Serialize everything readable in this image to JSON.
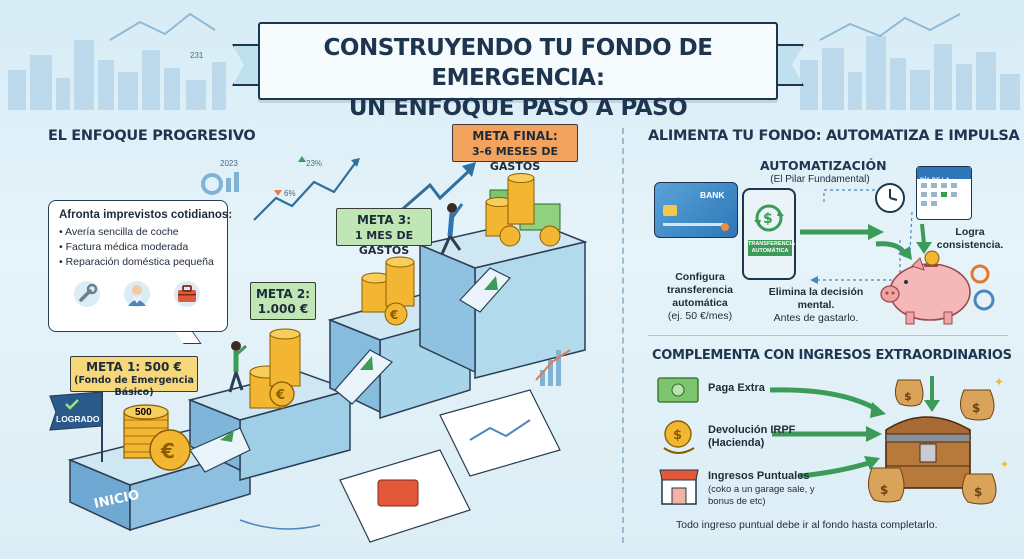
{
  "title": {
    "line1": "CONSTRUYENDO TU FONDO DE EMERGENCIA:",
    "line2": "UN ENFOQUE PASO A PASO"
  },
  "skyline": {
    "chart_number": "231"
  },
  "left": {
    "heading": "EL ENFOQUE PROGRESIVO",
    "callout": {
      "title": "Afronta imprevistos cotidianos:",
      "items": [
        "Avería sencilla de coche",
        "Factura médica moderada",
        "Reparación doméstica pequeña"
      ],
      "icons": [
        "wrench-icon",
        "doctor-icon",
        "toolbox-icon"
      ]
    },
    "mini_chart": {
      "year": "2023",
      "up": "23%",
      "down": "6%"
    },
    "start_label": "INICIO",
    "flag_label": "LOGRADO",
    "coin_label": "500",
    "metas": [
      {
        "title": "META 1: 500 €",
        "subtitle": "(Fondo de Emergencia Básico)"
      },
      {
        "title": "META 2:",
        "subtitle": "1.000 €"
      },
      {
        "title": "META 3:",
        "subtitle": "1 MES DE GASTOS"
      },
      {
        "title": "META FINAL:",
        "subtitle": "3-6 MESES DE GASTOS"
      }
    ]
  },
  "right": {
    "heading": "ALIMENTA TU FONDO: AUTOMATIZA E IMPULSA",
    "automation": {
      "title": "AUTOMATIZACIÓN",
      "subtitle": "(El Pilar Fundamental)",
      "card_label": "BANK",
      "phone_screen_label": "TRANSFERENCIA AUTOMÁTICA",
      "calendar_label": "DÍA DE LA NÓMINA",
      "step1_title": "Configura transferencia automática",
      "step1_note": "(ej. 50 €/mes)",
      "step2_title": "Elimina la decisión mental.",
      "step2_note": "Antes de gastarlo.",
      "step3_title": "Logra consistencia."
    },
    "extra": {
      "heading": "COMPLEMENTA CON INGRESOS EXTRAORDINARIOS",
      "items": [
        {
          "label": "Paga Extra",
          "note": ""
        },
        {
          "label": "Devolución IRPF (Hacienda)",
          "note": ""
        },
        {
          "label": "Ingresos Puntuales",
          "note": "(coko a un garage sale, y bonus de etc)"
        }
      ],
      "footer": "Todo ingreso puntual debe ir al fondo hasta completarlo."
    }
  },
  "colors": {
    "navy": "#1e3550",
    "gold": "#f2b632",
    "meta_yellow": "#f6d77a",
    "meta_green": "#bfe6b4",
    "meta_orange": "#f3a35e",
    "arrow_green": "#3d9b59"
  }
}
